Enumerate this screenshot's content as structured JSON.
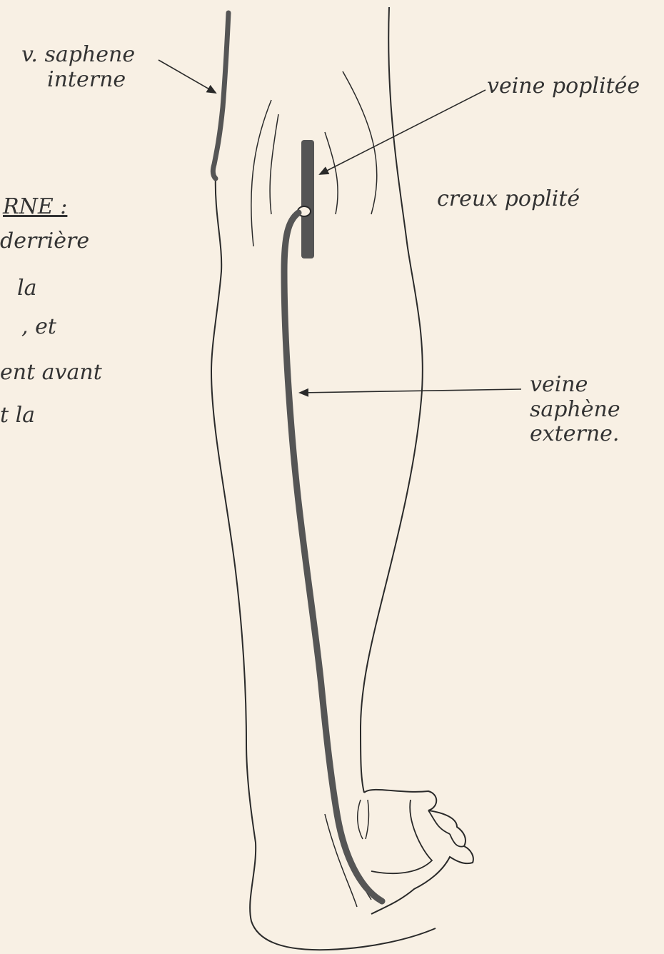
{
  "labels": {
    "saphene_interne": [
      "v. saphene",
      "interne"
    ],
    "veine_poplitee": "veine poplitée",
    "creux_poplite": "creux poplité",
    "saphene_externe": [
      "veine",
      "saphène",
      "externe."
    ]
  },
  "side_text": [
    "RNE :",
    "derrière",
    "la",
    ", et",
    "ent avant",
    "t la"
  ],
  "colors": {
    "paper": "#f8f0e4",
    "ink": "#2a2a2a",
    "vein": "#555555"
  },
  "icons": [
    "arrow-icon"
  ]
}
